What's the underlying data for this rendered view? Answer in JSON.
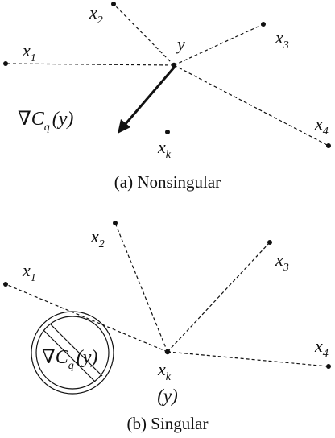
{
  "panel_a": {
    "caption": "(a) Nonsingular",
    "labels": {
      "x1": "x",
      "x1_sub": "1",
      "x2": "x",
      "x2_sub": "2",
      "x3": "x",
      "x3_sub": "3",
      "x4": "x",
      "x4_sub": "4",
      "xk": "x",
      "xk_sub": "k",
      "y": "y",
      "gradient_nabla": "∇",
      "gradient_C": "C",
      "gradient_q": "q",
      "gradient_arg": "(y)"
    }
  },
  "panel_b": {
    "caption": "(b) Singular",
    "labels": {
      "x1": "x",
      "x1_sub": "1",
      "x2": "x",
      "x2_sub": "2",
      "x3": "x",
      "x3_sub": "3",
      "x4": "x",
      "x4_sub": "4",
      "xk": "x",
      "xk_sub": "k",
      "y_paren": "(y)",
      "gradient_nabla": "∇",
      "gradient_C": "C",
      "gradient_q": "q",
      "gradient_arg": "(y)"
    }
  },
  "colors": {
    "ink": "#111111",
    "background": "#ffffff"
  }
}
